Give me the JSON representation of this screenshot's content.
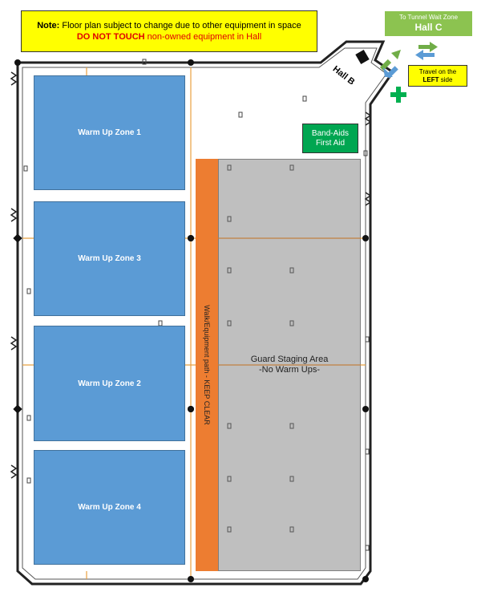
{
  "note": {
    "label": "Note:",
    "line1": "Floor plan subject to change due to other equipment in space",
    "warning_bold": "DO NOT TOUCH",
    "warning_rest": "non-owned equipment in Hall"
  },
  "hall_c": {
    "subtitle": "To Tunnel Wait Zone",
    "title": "Hall C"
  },
  "travel": {
    "prefix": "Travel on the",
    "bold": "LEFT",
    "suffix": "side"
  },
  "hall_b": {
    "label": "Hall B"
  },
  "first_aid": {
    "line1": "Band-Aids",
    "line2": "First Aid"
  },
  "zones": [
    {
      "label": "Warm Up Zone 1"
    },
    {
      "label": "Warm Up Zone 3"
    },
    {
      "label": "Warm Up Zone 2"
    },
    {
      "label": "Warm Up Zone 4"
    }
  ],
  "walkway": {
    "label": "Walk/Equipment path - KEEP CLEAR"
  },
  "staging": {
    "line1": "Guard Staging Area",
    "line2": "-No Warm Ups-"
  },
  "colors": {
    "zone_blue": "#5b9bd5",
    "walkway_orange": "#ed7d31",
    "staging_gray": "#bfbfbf",
    "note_yellow": "#ffff00",
    "hall_c_green": "#8cc350",
    "first_aid_green": "#00a651",
    "arrow_blue": "#5b9bd5",
    "arrow_green": "#70ad47",
    "plus_green": "#00b050"
  },
  "icons": [
    "direction-arrow-icon",
    "first-aid-plus-icon",
    "column-icon",
    "outlet-icon"
  ]
}
